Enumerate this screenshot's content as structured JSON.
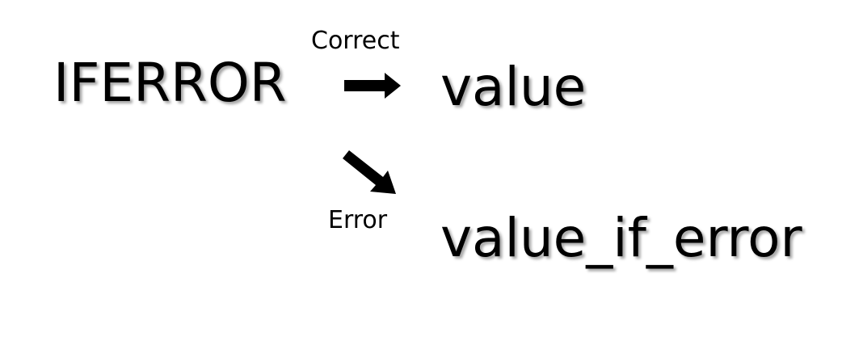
{
  "function_name": "IFERROR",
  "branches": {
    "correct": {
      "label": "Correct",
      "result": "value"
    },
    "error": {
      "label": "Error",
      "result": "value_if_error"
    }
  },
  "colors": {
    "text": "#000000",
    "background": "#ffffff",
    "arrow": "#000000"
  },
  "icons": {
    "correct_arrow": "right-arrow-icon",
    "error_arrow": "down-right-arrow-icon"
  }
}
